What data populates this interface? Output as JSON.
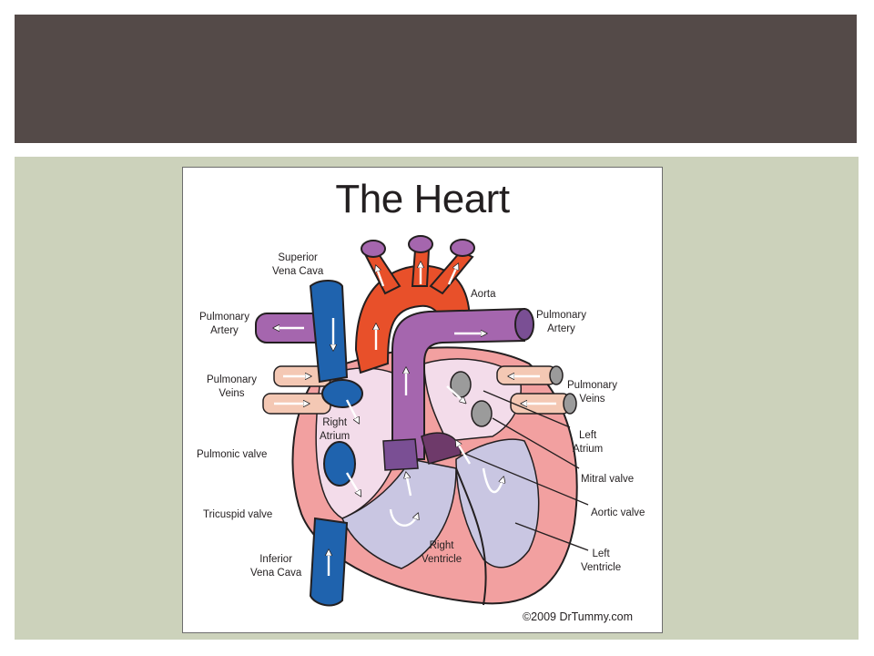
{
  "slide": {
    "header_color": "#544a48",
    "panel_color": "#ccd2bb"
  },
  "figure": {
    "title": "The Heart",
    "copyright": "©2009 DrTummy.com",
    "labels": {
      "superior_vena_cava": [
        "Superior",
        "Vena Cava"
      ],
      "aorta": [
        "Aorta"
      ],
      "pulmonary_artery_left": [
        "Pulmonary",
        "Artery"
      ],
      "pulmonary_artery_right": [
        "Pulmonary",
        "Artery"
      ],
      "pulmonary_veins_left": [
        "Pulmonary",
        "Veins"
      ],
      "pulmonary_veins_right": [
        "Pulmonary",
        "Veins"
      ],
      "right_atrium": [
        "Right",
        "Atrium"
      ],
      "left_atrium": [
        "Left",
        "Atrium"
      ],
      "pulmonic_valve": [
        "Pulmonic valve"
      ],
      "mitral_valve": [
        "Mitral valve"
      ],
      "aortic_valve": [
        "Aortic valve"
      ],
      "tricuspid_valve": [
        "Tricuspid valve"
      ],
      "right_ventricle": [
        "Right",
        "Ventricle"
      ],
      "left_ventricle": [
        "Left",
        "Ventricle"
      ],
      "inferior_vena_cava": [
        "Inferior",
        "Vena Cava"
      ]
    },
    "colors": {
      "vena_cava": "#1f63ae",
      "aorta": "#e8502a",
      "pulmonary_artery": "#a566ae",
      "pulmonary_veins": "#f4c8b4",
      "heart_wall": "#f2a0a0",
      "chamber_right": "#c9c6e2",
      "chamber_left": "#f3dcea",
      "valve": "#6e3a6a"
    }
  }
}
